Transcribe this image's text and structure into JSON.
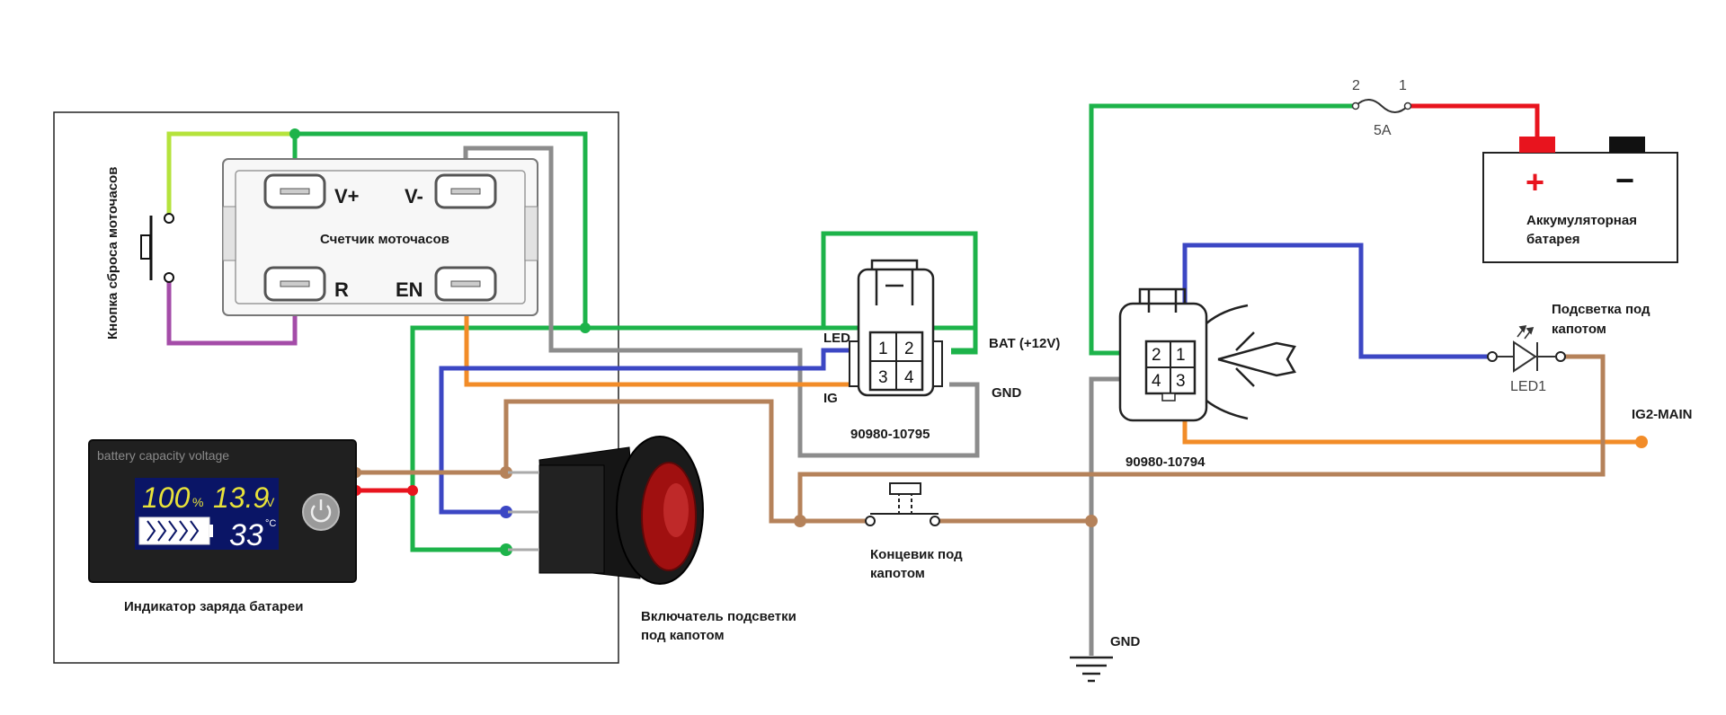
{
  "colors": {
    "green": "#1db34a",
    "lime": "#b5e33c",
    "gray": "#8c8c8c",
    "purple": "#a44ca8",
    "orange": "#f28c28",
    "blue": "#3c47c4",
    "brown": "#b5825a",
    "red": "#e8141e",
    "black": "#111111"
  },
  "hour_meter": {
    "title": "Счетчик моточасов",
    "pin_vplus": "V+",
    "pin_vminus": "V-",
    "pin_r": "R",
    "pin_en": "EN"
  },
  "reset_button": {
    "label": "Кнопка сброса моточасов"
  },
  "battery_indicator": {
    "label": "Индикатор заряда батареи",
    "caption": "battery capacity voltage",
    "percent": "100",
    "percent_unit": "%",
    "voltage": "13.9",
    "voltage_unit": "V",
    "temperature": "33",
    "temperature_unit": "°C"
  },
  "rocker_switch": {
    "label_line1": "Включатель подсветки",
    "label_line2": "под капотом"
  },
  "connector_a": {
    "part": "90980-10795",
    "pins": [
      "1",
      "2",
      "3",
      "4"
    ],
    "label_led": "LED",
    "label_ig": "IG",
    "label_bat": "BAT (+12V)",
    "label_gnd": "GND"
  },
  "connector_b": {
    "part": "90980-10794",
    "pins": [
      "2",
      "1",
      "4",
      "3"
    ]
  },
  "fuse": {
    "pin_left": "2",
    "pin_right": "1",
    "rating": "5A"
  },
  "battery": {
    "plus": "+",
    "minus": "−",
    "label_line1": "Аккумуляторная",
    "label_line2": "батарея"
  },
  "led": {
    "label_line1": "Подсветка под",
    "label_line2": "капотом",
    "ref": "LED1"
  },
  "ig2": {
    "label": "IG2-MAIN"
  },
  "limit_switch": {
    "label_line1": "Концевик под",
    "label_line2": "капотом"
  },
  "ground": {
    "label": "GND"
  }
}
